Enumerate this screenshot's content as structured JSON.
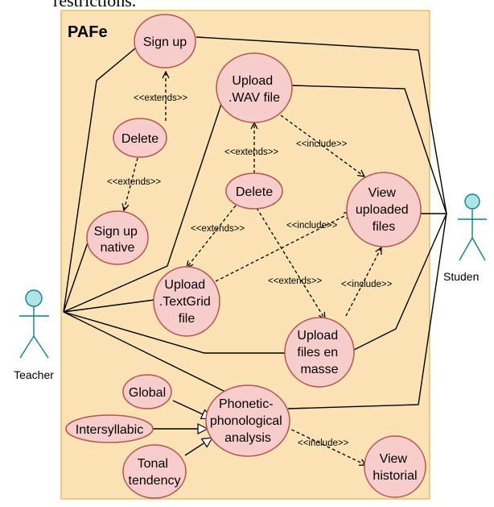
{
  "top_fragment": "restrictions.",
  "system": {
    "title": "PAFe"
  },
  "actors": {
    "teacher": {
      "label": "Teacher"
    },
    "student": {
      "label": "Studen"
    }
  },
  "use_cases": {
    "sign_up": [
      "Sign up"
    ],
    "delete_user": [
      "Delete"
    ],
    "sign_up_native": [
      "Sign up",
      "native"
    ],
    "upload_wav": [
      "Upload",
      ".WAV file"
    ],
    "delete_file": [
      "Delete"
    ],
    "view_uploaded": [
      "View",
      "uploaded",
      "files"
    ],
    "upload_textgrid": [
      "Upload",
      ".TextGrid",
      "file"
    ],
    "upload_masse": [
      "Upload",
      "files en",
      "masse"
    ],
    "global": [
      "Global"
    ],
    "intersyllabic": [
      "Intersyllabic"
    ],
    "tonal": [
      "Tonal",
      "tendency"
    ],
    "phonetic": [
      "Phonetic-",
      "phonological",
      "analysis"
    ],
    "view_historial": [
      "View",
      "historial"
    ]
  },
  "relations": {
    "extends": "<<extends>>",
    "include": "<<include>>"
  },
  "colors": {
    "system_fill": "#fbe3b6",
    "system_border": "#d6b656",
    "usecase_fill": "#f8cecc",
    "usecase_border": "#b85450",
    "actor_fill": "#b0e3e6",
    "actor_border": "#0e8088"
  }
}
